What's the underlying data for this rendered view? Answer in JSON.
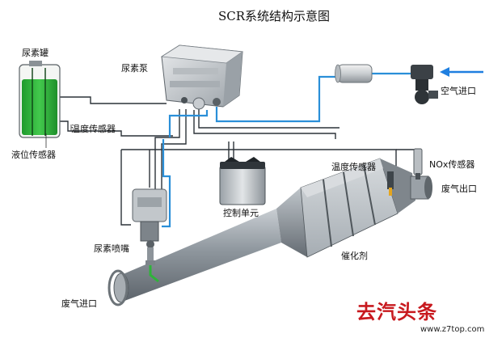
{
  "title": "SCR系统结构示意图",
  "labels": {
    "urea_tank": "尿素罐",
    "urea_pump": "尿素泵",
    "air_inlet": "空气进口",
    "temp_sensor_1": "温度传感器",
    "level_sensor": "液位传感器",
    "temp_sensor_2": "温度传感器",
    "nox_sensor": "NOx传感器",
    "exhaust_outlet": "废气出口",
    "control_unit": "控制单元",
    "urea_nozzle": "尿素喷嘴",
    "catalyst": "催化剂",
    "exhaust_inlet": "废气进口"
  },
  "watermark": {
    "brand": "去汽头条",
    "url": "www.z7top.com"
  },
  "colors": {
    "urea_liquid": "#2fb33a",
    "air_line": "#2a8fd8",
    "air_arrow": "#1f7fe0",
    "pipe_metal": "#8d949b",
    "watermark_red": "#c8191e"
  }
}
